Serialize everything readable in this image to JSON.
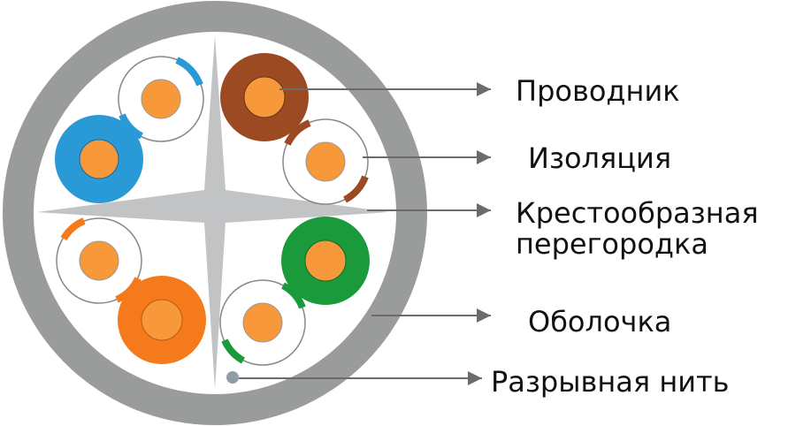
{
  "labels": {
    "conductor": "Проводник",
    "insulation": "Изоляция",
    "separator_line1": "Крестообразная",
    "separator_line2": "перегородка",
    "jacket": "Оболочка",
    "ripcord": "Разрывная нить"
  },
  "colors": {
    "jacket": "#9a9c9c",
    "separator": "#c2c3c4",
    "core": "#f7993a",
    "brown": "#9b4a22",
    "blue": "#2a9ad6",
    "green": "#1a9a3a",
    "orange": "#f57a1c",
    "ripcord": "#8f9ea6",
    "arrow": "#6b6b6b"
  }
}
